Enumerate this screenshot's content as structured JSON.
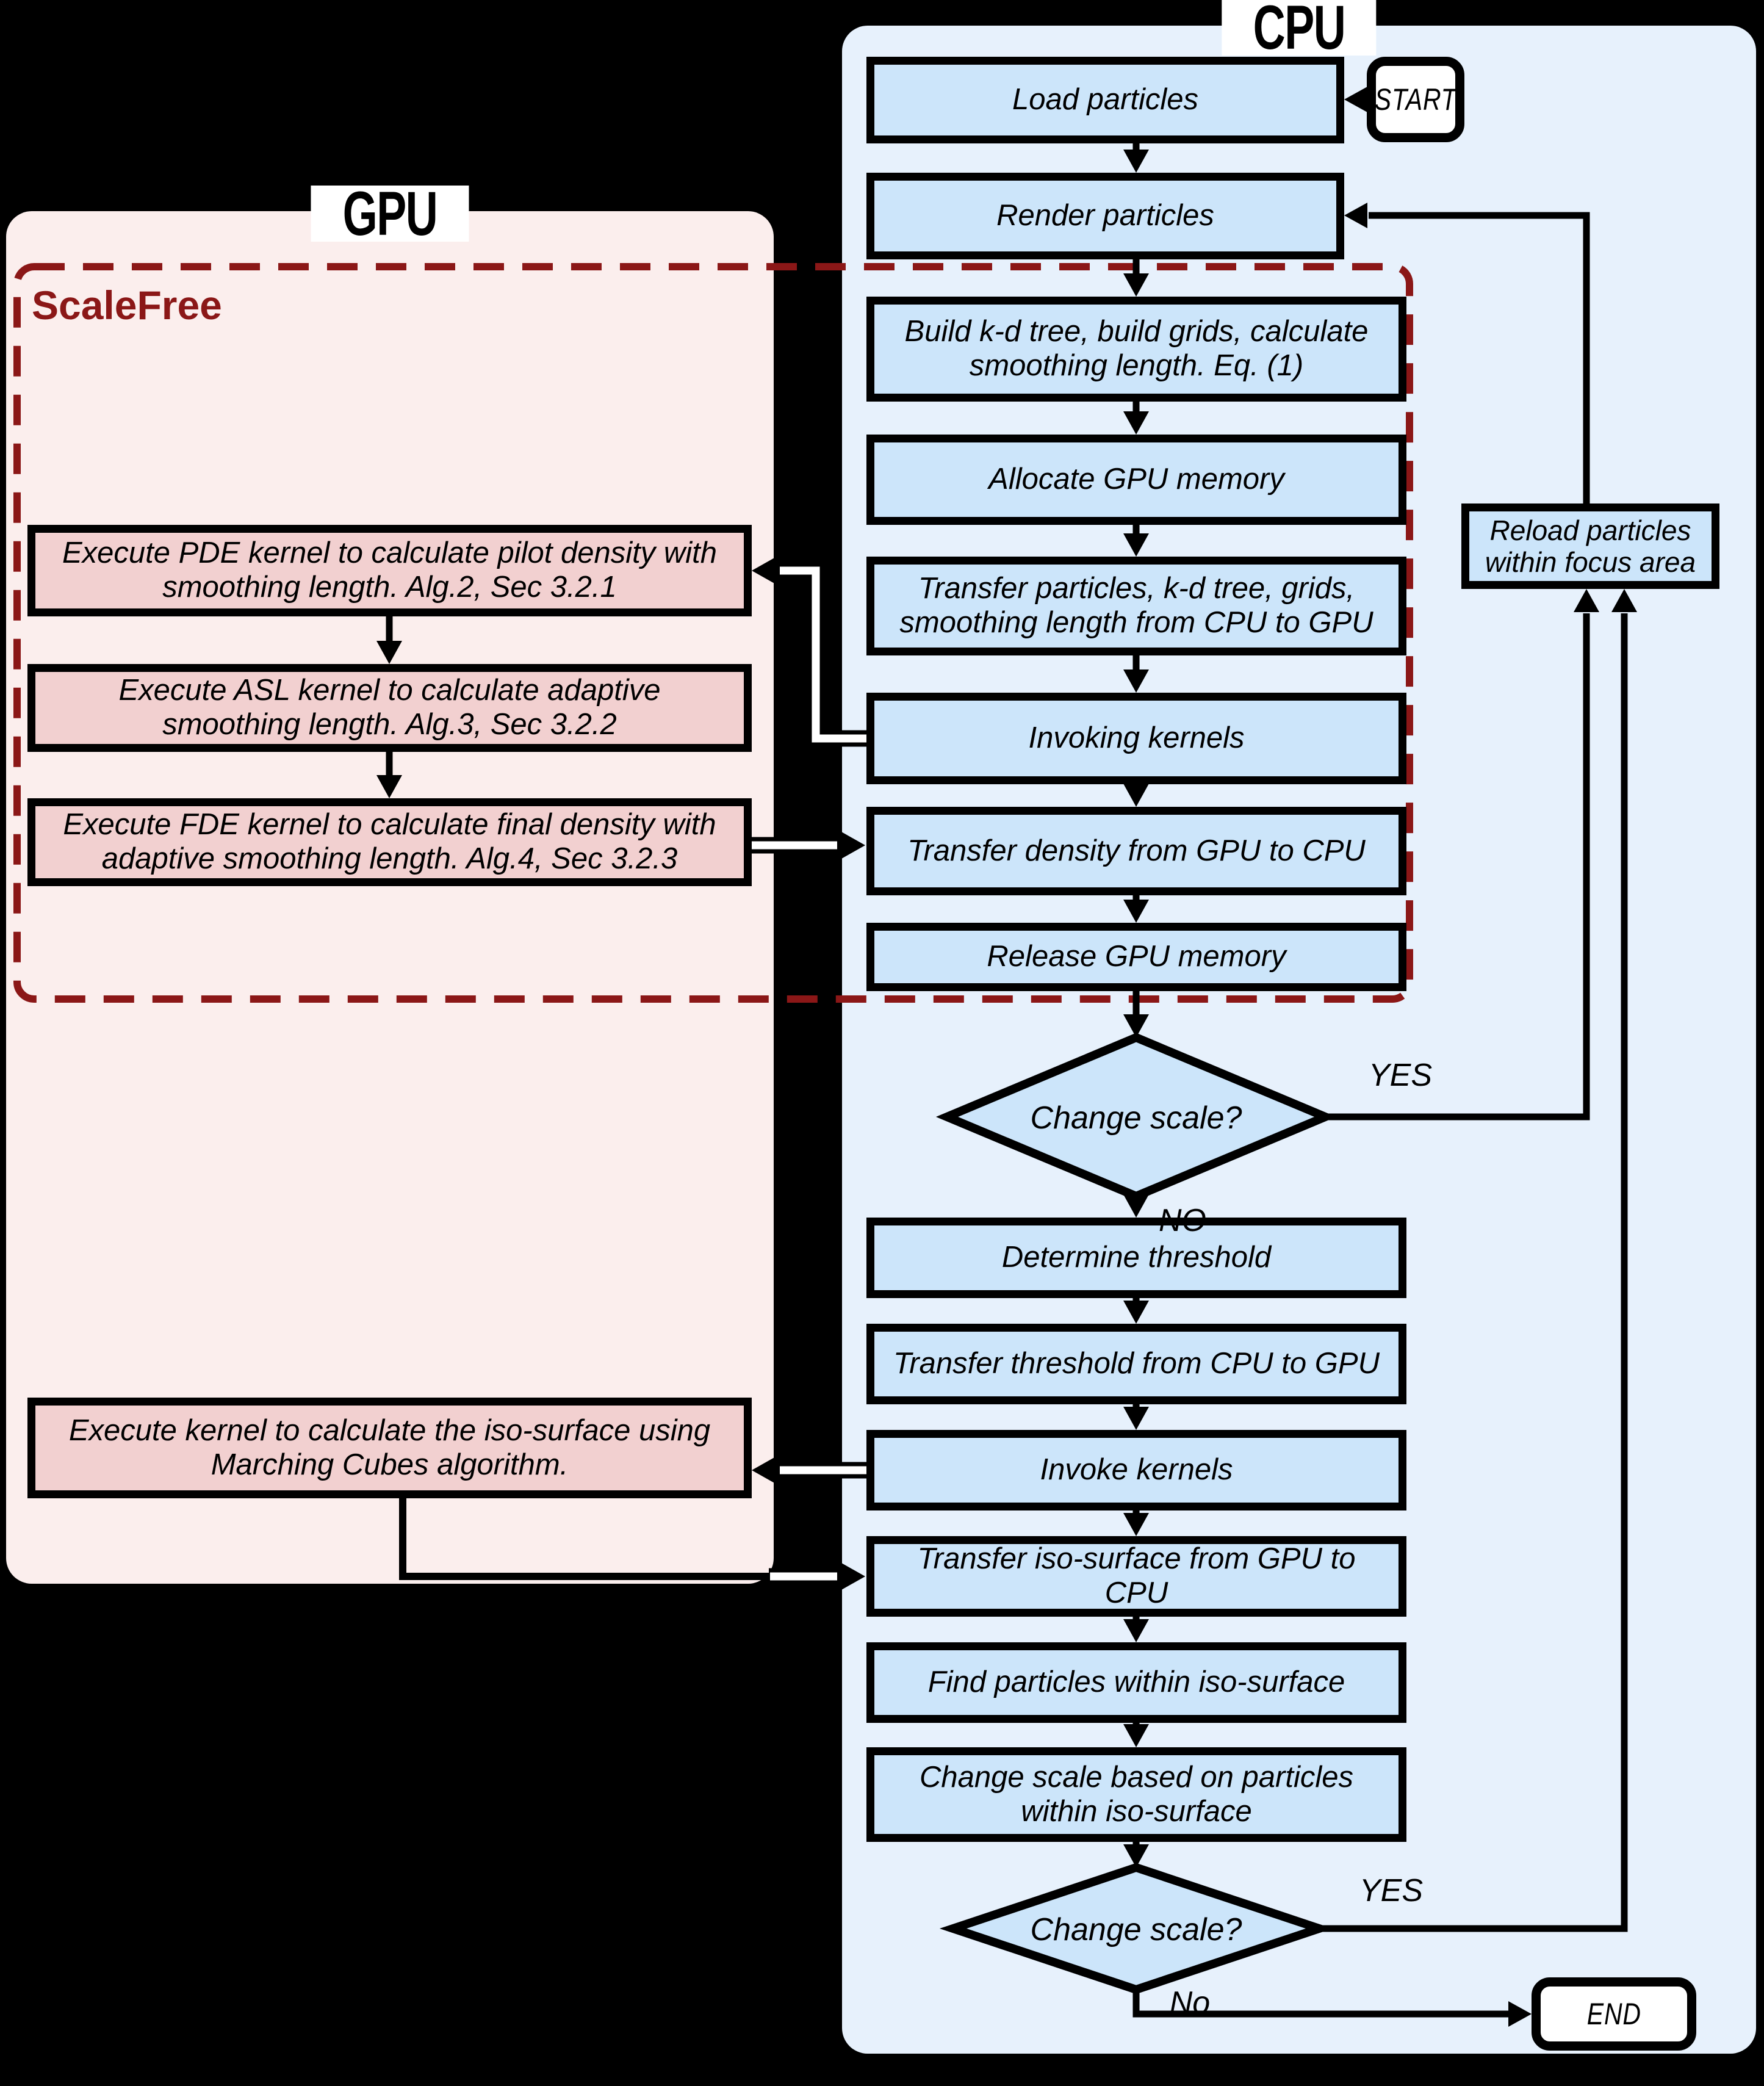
{
  "titles": {
    "cpu": "CPU",
    "gpu": "GPU",
    "scalefree": "ScaleFree"
  },
  "terminals": {
    "start": "START",
    "end": "END"
  },
  "cpu_nodes": {
    "load": "Load particles",
    "render": "Render particles",
    "build": "Build k-d tree, build grids, calculate smoothing length. Eq. (1)",
    "allocate": "Allocate GPU memory",
    "transfer_to_gpu": "Transfer particles, k-d tree, grids, smoothing length from CPU to GPU",
    "invoking": "Invoking kernels",
    "transfer_density": "Transfer density from GPU to CPU",
    "release": "Release GPU memory",
    "determine": "Determine threshold",
    "transfer_threshold": "Transfer threshold from CPU to GPU",
    "invoke": "Invoke kernels",
    "transfer_iso": "Transfer iso-surface from GPU to CPU",
    "find": "Find particles within iso-surface",
    "change_scale_based": "Change scale based on particles within iso-surface",
    "reload": "Reload particles within focus area"
  },
  "gpu_nodes": {
    "pde": "Execute PDE kernel to calculate pilot density with smoothing length. Alg.2, Sec 3.2.1",
    "asl": "Execute ASL kernel to calculate adaptive smoothing length. Alg.3, Sec 3.2.2",
    "fde": "Execute FDE kernel to calculate final density with adaptive smoothing length. Alg.4, Sec 3.2.3",
    "marching": "Execute kernel to calculate the iso-surface using Marching Cubes algorithm."
  },
  "decisions": {
    "d1": {
      "label": "Change scale?",
      "yes": "YES",
      "no": "NO"
    },
    "d2": {
      "label": "Change scale?",
      "yes": "YES",
      "no": "No"
    }
  },
  "colors": {
    "cpu-region": "#e7f1fc",
    "cpu-node": "#cce5fa",
    "gpu-region": "#fbeeed",
    "gpu-node": "#f2d0d0",
    "accent": "#8b1717",
    "label-bg": "#ffffff",
    "black": "#000000"
  }
}
